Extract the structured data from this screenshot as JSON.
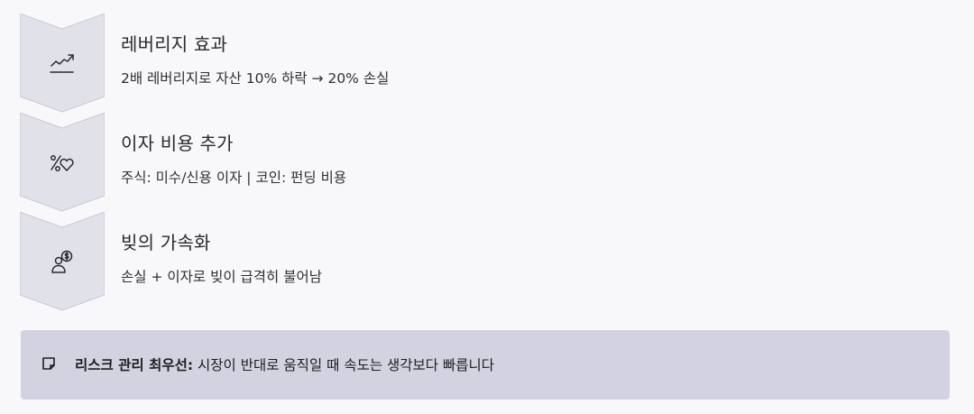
{
  "steps": [
    {
      "icon": "trend-up-icon",
      "title": "레버리지 효과",
      "desc": "2배 레버리지로 자산 10% 하락 → 20% 손실"
    },
    {
      "icon": "heart-percent-icon",
      "title": "이자 비용 추가",
      "desc": "주식: 미수/신용 이자 | 코인: 펀딩 비용"
    },
    {
      "icon": "user-dollar-icon",
      "title": "빚의 가속화",
      "desc": "손실 + 이자로 빚이 급격히 불어남"
    }
  ],
  "note": {
    "icon": "note-icon",
    "label": "리스크 관리 최우선:",
    "text": " 시장이 반대로 움직일 때 속도는 생각보다 빠릅니다"
  },
  "colors": {
    "background": "#f8f8fb",
    "chevron_fill": "#e1e1ea",
    "chevron_stroke": "#c9c8d6",
    "note_bg": "#d3d2e0"
  }
}
